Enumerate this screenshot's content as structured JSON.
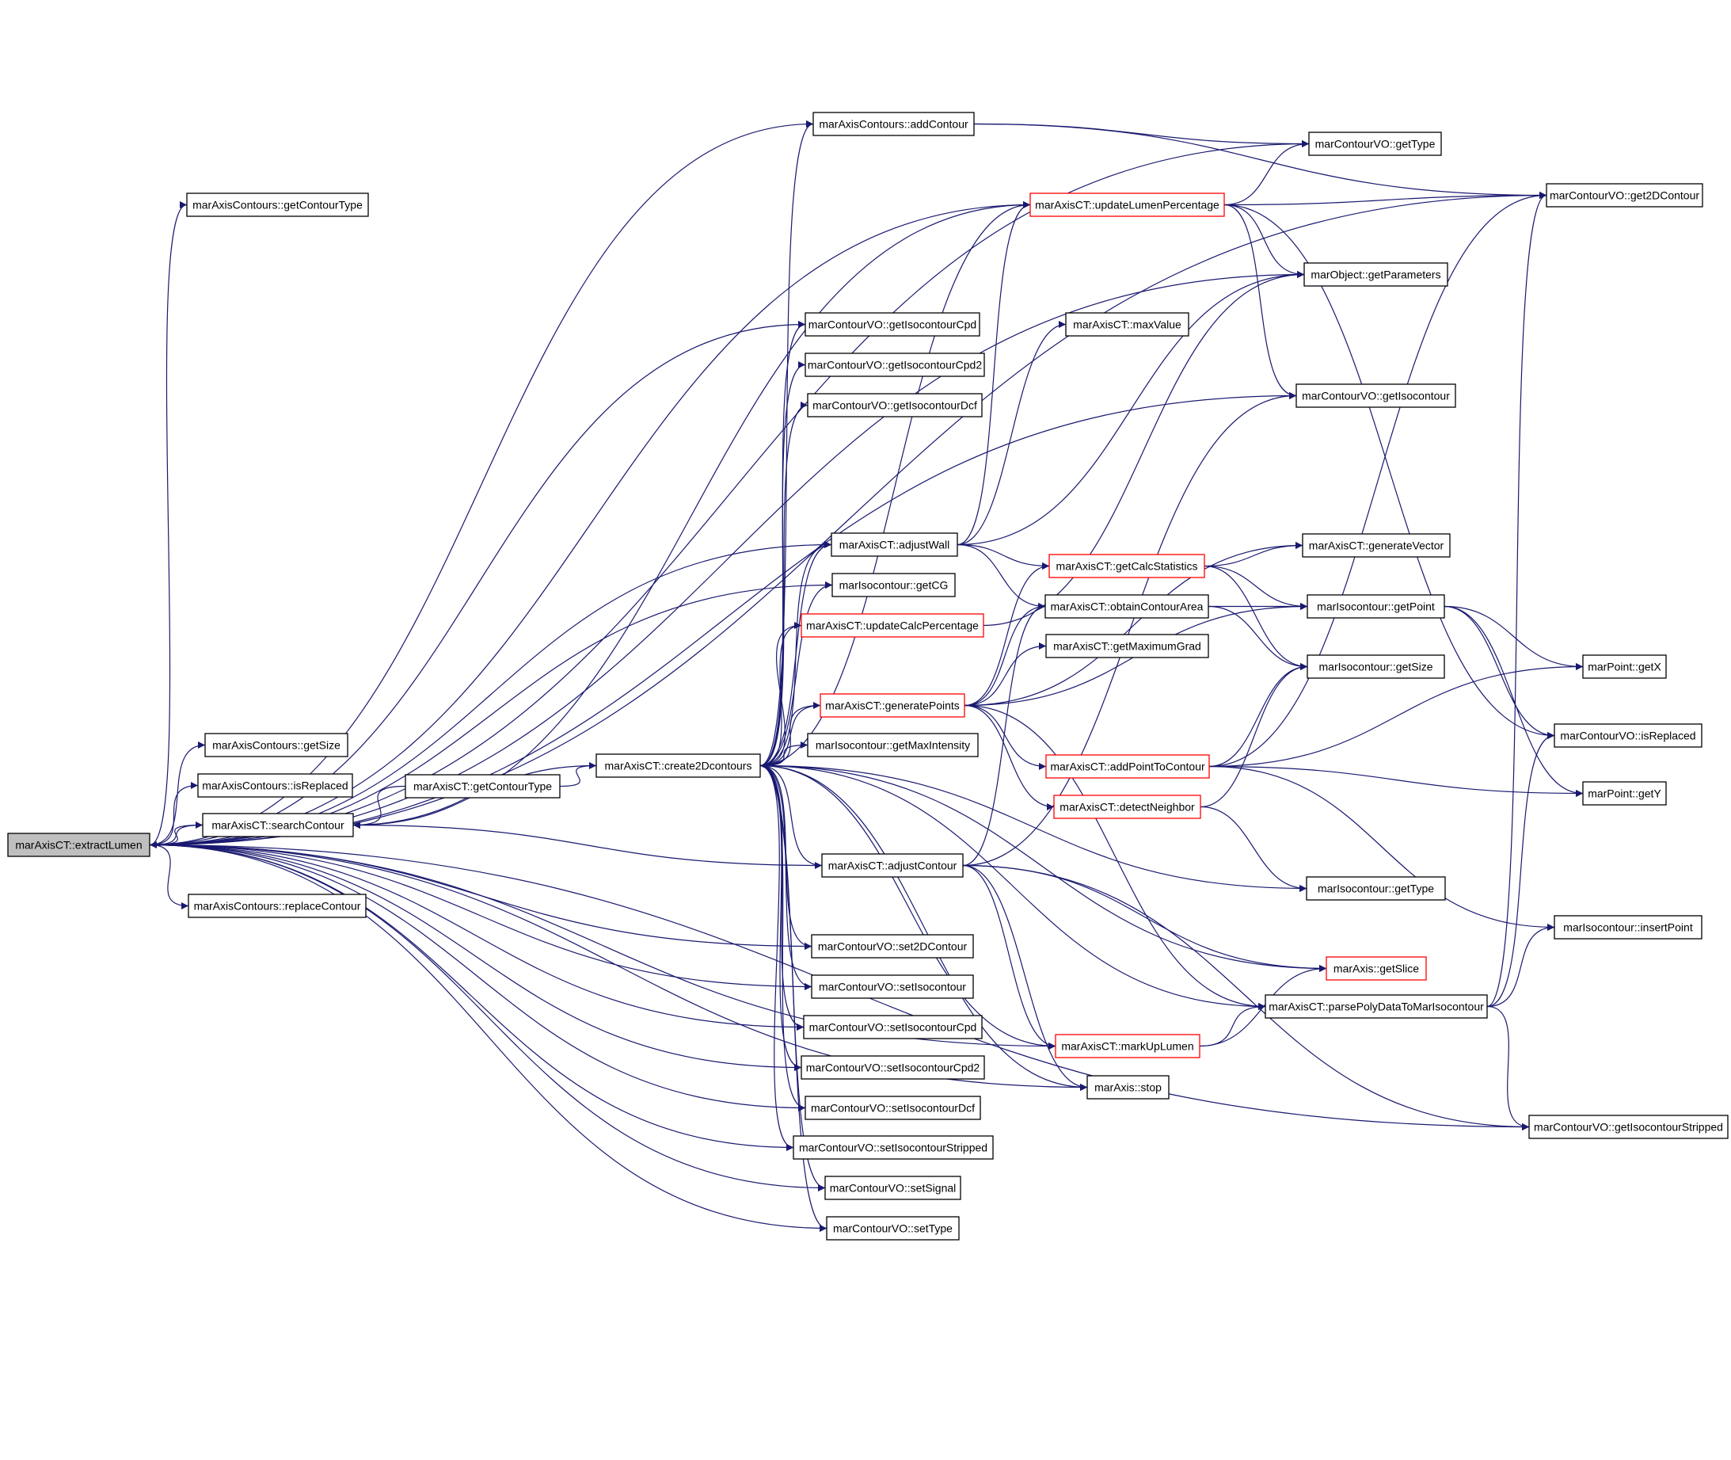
{
  "colors": {
    "edge": "#191970",
    "node_border": "#000000",
    "node_border_truncated": "#ff0000",
    "node_fill": "#ffffff",
    "root_fill": "#bfbfbf"
  },
  "nodes": [
    {
      "id": "extractLumen",
      "label": "marAxisCT::extractLumen",
      "root": true
    },
    {
      "id": "getContourType",
      "label": "marAxisContours::getContourType"
    },
    {
      "id": "axSize",
      "label": "marAxisContours::getSize"
    },
    {
      "id": "axIsReplaced",
      "label": "marAxisContours::isReplaced"
    },
    {
      "id": "searchContour",
      "label": "marAxisCT::searchContour"
    },
    {
      "id": "replaceContour",
      "label": "marAxisContours::replaceContour"
    },
    {
      "id": "ctGetContourType",
      "label": "marAxisCT::getContourType"
    },
    {
      "id": "create2D",
      "label": "marAxisCT::create2Dcontours"
    },
    {
      "id": "addContour",
      "label": "marAxisContours::addContour"
    },
    {
      "id": "isoCpd",
      "label": "marContourVO::getIsocontourCpd"
    },
    {
      "id": "isoCpd2",
      "label": "marContourVO::getIsocontourCpd2"
    },
    {
      "id": "isoDcf",
      "label": "marContourVO::getIsocontourDcf"
    },
    {
      "id": "adjustWall",
      "label": "marAxisCT::adjustWall"
    },
    {
      "id": "getCG",
      "label": "marIsocontour::getCG"
    },
    {
      "id": "updCalc",
      "label": "marAxisCT::updateCalcPercentage",
      "truncated": true
    },
    {
      "id": "genPoints",
      "label": "marAxisCT::generatePoints",
      "truncated": true
    },
    {
      "id": "maxInt",
      "label": "marIsocontour::getMaxIntensity"
    },
    {
      "id": "adjustContour",
      "label": "marAxisCT::adjustContour"
    },
    {
      "id": "set2D",
      "label": "marContourVO::set2DContour"
    },
    {
      "id": "setIso",
      "label": "marContourVO::setIsocontour"
    },
    {
      "id": "setCpd",
      "label": "marContourVO::setIsocontourCpd"
    },
    {
      "id": "setCpd2",
      "label": "marContourVO::setIsocontourCpd2"
    },
    {
      "id": "setDcf",
      "label": "marContourVO::setIsocontourDcf"
    },
    {
      "id": "setStripped",
      "label": "marContourVO::setIsocontourStripped"
    },
    {
      "id": "setSignal",
      "label": "marContourVO::setSignal"
    },
    {
      "id": "setType",
      "label": "marContourVO::setType"
    },
    {
      "id": "updLumen",
      "label": "marAxisCT::updateLumenPercentage",
      "truncated": true
    },
    {
      "id": "maxValue",
      "label": "marAxisCT::maxValue"
    },
    {
      "id": "calcStats",
      "label": "marAxisCT::getCalcStatistics",
      "truncated": true
    },
    {
      "id": "obtainArea",
      "label": "marAxisCT::obtainContourArea"
    },
    {
      "id": "maxGrad",
      "label": "marAxisCT::getMaximumGrad"
    },
    {
      "id": "addPoint",
      "label": "marAxisCT::addPointToContour",
      "truncated": true
    },
    {
      "id": "detectNb",
      "label": "marAxisCT::detectNeighbor",
      "truncated": true
    },
    {
      "id": "markUp",
      "label": "marAxisCT::markUpLumen",
      "truncated": true
    },
    {
      "id": "stop",
      "label": "marAxis::stop"
    },
    {
      "id": "cvoGetType",
      "label": "marContourVO::getType"
    },
    {
      "id": "getParams",
      "label": "marObject::getParameters"
    },
    {
      "id": "getIsocontour",
      "label": "marContourVO::getIsocontour"
    },
    {
      "id": "genVector",
      "label": "marAxisCT::generateVector"
    },
    {
      "id": "isoGetPoint",
      "label": "marIsocontour::getPoint"
    },
    {
      "id": "isoGetSize",
      "label": "marIsocontour::getSize"
    },
    {
      "id": "isoGetType",
      "label": "marIsocontour::getType"
    },
    {
      "id": "getSlice",
      "label": "marAxis::getSlice",
      "truncated": true
    },
    {
      "id": "parsePoly",
      "label": "marAxisCT::parsePolyDataToMarIsocontour"
    },
    {
      "id": "get2D",
      "label": "marContourVO::get2DContour"
    },
    {
      "id": "getX",
      "label": "marPoint::getX"
    },
    {
      "id": "cvoIsReplaced",
      "label": "marContourVO::isReplaced"
    },
    {
      "id": "getY",
      "label": "marPoint::getY"
    },
    {
      "id": "insertPoint",
      "label": "marIsocontour::insertPoint"
    },
    {
      "id": "getStripped",
      "label": "marContourVO::getIsocontourStripped"
    }
  ],
  "edges": [
    [
      "extractLumen",
      "getContourType"
    ],
    [
      "extractLumen",
      "axSize"
    ],
    [
      "extractLumen",
      "axIsReplaced"
    ],
    [
      "extractLumen",
      "searchContour"
    ],
    [
      "extractLumen",
      "replaceContour"
    ],
    [
      "extractLumen",
      "addContour"
    ],
    [
      "extractLumen",
      "isoCpd"
    ],
    [
      "extractLumen",
      "adjustWall"
    ],
    [
      "extractLumen",
      "getCG"
    ],
    [
      "extractLumen",
      "updLumen"
    ],
    [
      "extractLumen",
      "getParams"
    ],
    [
      "extractLumen",
      "getIsocontour"
    ],
    [
      "extractLumen",
      "get2D"
    ],
    [
      "extractLumen",
      "set2D"
    ],
    [
      "extractLumen",
      "setIso"
    ],
    [
      "extractLumen",
      "setCpd"
    ],
    [
      "extractLumen",
      "setCpd2"
    ],
    [
      "extractLumen",
      "setDcf"
    ],
    [
      "extractLumen",
      "setStripped"
    ],
    [
      "extractLumen",
      "setSignal"
    ],
    [
      "extractLumen",
      "setType"
    ],
    [
      "extractLumen",
      "markUp"
    ],
    [
      "extractLumen",
      "getStripped"
    ],
    [
      "extractLumen",
      "stop"
    ],
    [
      "extractLumen",
      "cvoGetType"
    ],
    [
      "searchContour",
      "extractLumen"
    ],
    [
      "ctGetContourType",
      "create2D"
    ],
    [
      "ctGetContourType",
      "searchContour"
    ],
    [
      "create2D",
      "addContour"
    ],
    [
      "create2D",
      "isoCpd"
    ],
    [
      "create2D",
      "isoCpd2"
    ],
    [
      "create2D",
      "isoDcf"
    ],
    [
      "create2D",
      "adjustWall"
    ],
    [
      "create2D",
      "getCG"
    ],
    [
      "create2D",
      "updCalc"
    ],
    [
      "create2D",
      "genPoints"
    ],
    [
      "create2D",
      "maxInt"
    ],
    [
      "create2D",
      "adjustContour"
    ],
    [
      "create2D",
      "set2D"
    ],
    [
      "create2D",
      "setIso"
    ],
    [
      "create2D",
      "setCpd"
    ],
    [
      "create2D",
      "setCpd2"
    ],
    [
      "create2D",
      "setDcf"
    ],
    [
      "create2D",
      "setStripped"
    ],
    [
      "create2D",
      "setSignal"
    ],
    [
      "create2D",
      "setType"
    ],
    [
      "create2D",
      "updLumen"
    ],
    [
      "create2D",
      "getSlice"
    ],
    [
      "create2D",
      "parsePoly"
    ],
    [
      "create2D",
      "stop"
    ],
    [
      "create2D",
      "markUp"
    ],
    [
      "create2D",
      "isoGetType"
    ],
    [
      "create2D",
      "searchContour"
    ],
    [
      "addContour",
      "cvoGetType"
    ],
    [
      "addContour",
      "get2D"
    ],
    [
      "adjustWall",
      "updLumen"
    ],
    [
      "adjustWall",
      "maxValue"
    ],
    [
      "adjustWall",
      "obtainArea"
    ],
    [
      "adjustWall",
      "getParams"
    ],
    [
      "adjustWall",
      "calcStats"
    ],
    [
      "adjustWall",
      "create2D"
    ],
    [
      "updCalc",
      "getParams"
    ],
    [
      "updCalc",
      "create2D"
    ],
    [
      "genPoints",
      "calcStats"
    ],
    [
      "genPoints",
      "genVector"
    ],
    [
      "genPoints",
      "isoGetPoint"
    ],
    [
      "genPoints",
      "obtainArea"
    ],
    [
      "genPoints",
      "maxGrad"
    ],
    [
      "genPoints",
      "addPoint"
    ],
    [
      "genPoints",
      "detectNb"
    ],
    [
      "genPoints",
      "parsePoly"
    ],
    [
      "genPoints",
      "create2D"
    ],
    [
      "adjustContour",
      "getSlice"
    ],
    [
      "adjustContour",
      "markUp"
    ],
    [
      "adjustContour",
      "stop"
    ],
    [
      "adjustContour",
      "searchContour"
    ],
    [
      "adjustContour",
      "obtainArea"
    ],
    [
      "adjustContour",
      "getIsocontour"
    ],
    [
      "adjustContour",
      "getStripped"
    ],
    [
      "updLumen",
      "cvoGetType"
    ],
    [
      "updLumen",
      "get2D"
    ],
    [
      "updLumen",
      "getParams"
    ],
    [
      "updLumen",
      "getIsocontour"
    ],
    [
      "updLumen",
      "cvoIsReplaced"
    ],
    [
      "updLumen",
      "searchContour"
    ],
    [
      "calcStats",
      "genVector"
    ],
    [
      "calcStats",
      "isoGetSize"
    ],
    [
      "calcStats",
      "isoGetPoint"
    ],
    [
      "obtainArea",
      "isoGetPoint"
    ],
    [
      "obtainArea",
      "isoGetSize"
    ],
    [
      "addPoint",
      "isoGetSize"
    ],
    [
      "addPoint",
      "getY"
    ],
    [
      "addPoint",
      "get2D"
    ],
    [
      "addPoint",
      "insertPoint"
    ],
    [
      "addPoint",
      "getX"
    ],
    [
      "detectNb",
      "isoGetType"
    ],
    [
      "detectNb",
      "isoGetSize"
    ],
    [
      "markUp",
      "parsePoly"
    ],
    [
      "markUp",
      "getSlice"
    ],
    [
      "isoGetPoint",
      "getX"
    ],
    [
      "isoGetPoint",
      "getY"
    ],
    [
      "isoGetPoint",
      "cvoIsReplaced"
    ],
    [
      "parsePoly",
      "get2D"
    ],
    [
      "parsePoly",
      "cvoIsReplaced"
    ],
    [
      "parsePoly",
      "insertPoint"
    ],
    [
      "parsePoly",
      "getStripped"
    ]
  ]
}
